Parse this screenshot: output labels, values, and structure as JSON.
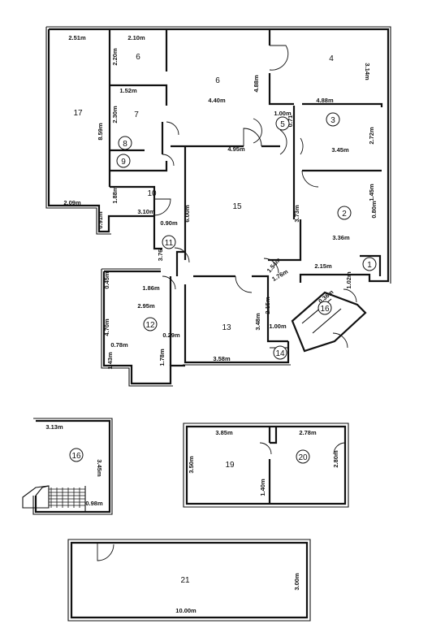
{
  "rooms": [
    {
      "id": "r1",
      "label": "1"
    },
    {
      "id": "r2",
      "label": "2"
    },
    {
      "id": "r3",
      "label": "3"
    },
    {
      "id": "r4",
      "label": "4"
    },
    {
      "id": "r5",
      "label": "5"
    },
    {
      "id": "r6a",
      "label": "6"
    },
    {
      "id": "r6b",
      "label": "6"
    },
    {
      "id": "r7",
      "label": "7"
    },
    {
      "id": "r8",
      "label": "8"
    },
    {
      "id": "r9",
      "label": "9"
    },
    {
      "id": "r10",
      "label": "10"
    },
    {
      "id": "r11",
      "label": "11"
    },
    {
      "id": "r12",
      "label": "12"
    },
    {
      "id": "r13",
      "label": "13"
    },
    {
      "id": "r14",
      "label": "14"
    },
    {
      "id": "r15",
      "label": "15"
    },
    {
      "id": "r16a",
      "label": "16"
    },
    {
      "id": "r16b",
      "label": "16"
    },
    {
      "id": "r17",
      "label": "17"
    },
    {
      "id": "r19",
      "label": "19"
    },
    {
      "id": "r20",
      "label": "20"
    },
    {
      "id": "r21",
      "label": "21"
    }
  ],
  "dimensions": [
    {
      "id": "d1",
      "text": "2.51m"
    },
    {
      "id": "d2",
      "text": "2.10m"
    },
    {
      "id": "d3",
      "text": "2.20m"
    },
    {
      "id": "d4",
      "text": "4.40m"
    },
    {
      "id": "d5",
      "text": "4.88m"
    },
    {
      "id": "d6",
      "text": "3.14m"
    },
    {
      "id": "d7",
      "text": "1.52m"
    },
    {
      "id": "d8",
      "text": "2.30m"
    },
    {
      "id": "d9",
      "text": "4.88m"
    },
    {
      "id": "d10",
      "text": "1.00m"
    },
    {
      "id": "d11",
      "text": "0.71"
    },
    {
      "id": "d12",
      "text": "3.45m"
    },
    {
      "id": "d13",
      "text": "2.72m"
    },
    {
      "id": "d14",
      "text": "8.59m"
    },
    {
      "id": "d15",
      "text": "4.95m"
    },
    {
      "id": "d16",
      "text": "1.88m"
    },
    {
      "id": "d17",
      "text": "2.09m"
    },
    {
      "id": "d18",
      "text": "3.10m"
    },
    {
      "id": "d19",
      "text": "0.91m"
    },
    {
      "id": "d20",
      "text": "0.90m"
    },
    {
      "id": "d21",
      "text": "6.00m"
    },
    {
      "id": "d22",
      "text": "3.73m"
    },
    {
      "id": "d23",
      "text": "3.36m"
    },
    {
      "id": "d24",
      "text": "3.76"
    },
    {
      "id": "d25",
      "text": "1.54m"
    },
    {
      "id": "d26",
      "text": "2.15m"
    },
    {
      "id": "d27",
      "text": "1.76m"
    },
    {
      "id": "d28",
      "text": "1.02m"
    },
    {
      "id": "d29",
      "text": "1.86m"
    },
    {
      "id": "d30",
      "text": "0.45m"
    },
    {
      "id": "d31",
      "text": "2.95m"
    },
    {
      "id": "d32",
      "text": "4.70m"
    },
    {
      "id": "d33",
      "text": "0.29m"
    },
    {
      "id": "d34",
      "text": "0.78m"
    },
    {
      "id": "d35",
      "text": "1.43m"
    },
    {
      "id": "d36",
      "text": "1.78m"
    },
    {
      "id": "d37",
      "text": "2.15m"
    },
    {
      "id": "d38",
      "text": "3.48m"
    },
    {
      "id": "d39",
      "text": "1.00m"
    },
    {
      "id": "d40",
      "text": "3.58m"
    },
    {
      "id": "d41",
      "text": "3.13m"
    },
    {
      "id": "d42",
      "text": "3.45m"
    },
    {
      "id": "d43",
      "text": "0.98m"
    },
    {
      "id": "d44",
      "text": "3.85m"
    },
    {
      "id": "d45",
      "text": "2.78m"
    },
    {
      "id": "d46",
      "text": "3.50m"
    },
    {
      "id": "d47",
      "text": "1.40m"
    },
    {
      "id": "d48",
      "text": "2.80m"
    },
    {
      "id": "d49",
      "text": "3.00m"
    },
    {
      "id": "d50",
      "text": "10.00m"
    },
    {
      "id": "d51",
      "text": "0.36m"
    },
    {
      "id": "d52",
      "text": "1.45m"
    },
    {
      "id": "d53",
      "text": "0.80m"
    }
  ]
}
